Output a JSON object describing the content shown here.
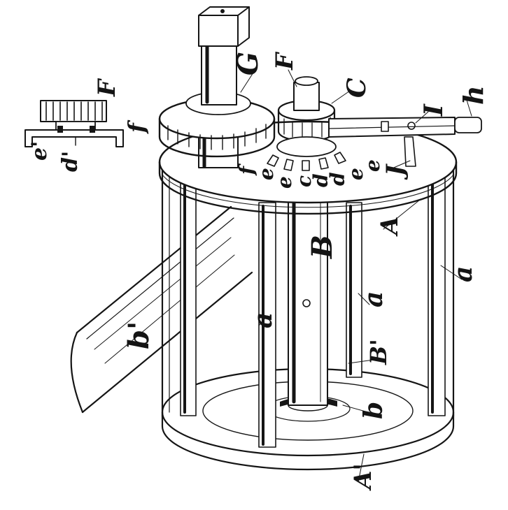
{
  "labels": {
    "G": "G",
    "F_main": "F",
    "C": "C",
    "h": "h",
    "I": "I",
    "J": "J",
    "F_detail": "F",
    "f_detail": "f",
    "e_detail": "e'",
    "d_detail": "d'",
    "f_main": "f",
    "e1": "e",
    "e2": "e",
    "c1": "c",
    "d1": "d",
    "d2": "d",
    "e3": "e",
    "e4": "e",
    "A": "A",
    "a_right": "a",
    "a_center": "a",
    "a_left": "a",
    "B": "B",
    "B_prime": "B'",
    "b": "b",
    "b_prime": "b'",
    "A_prime": "A'"
  }
}
